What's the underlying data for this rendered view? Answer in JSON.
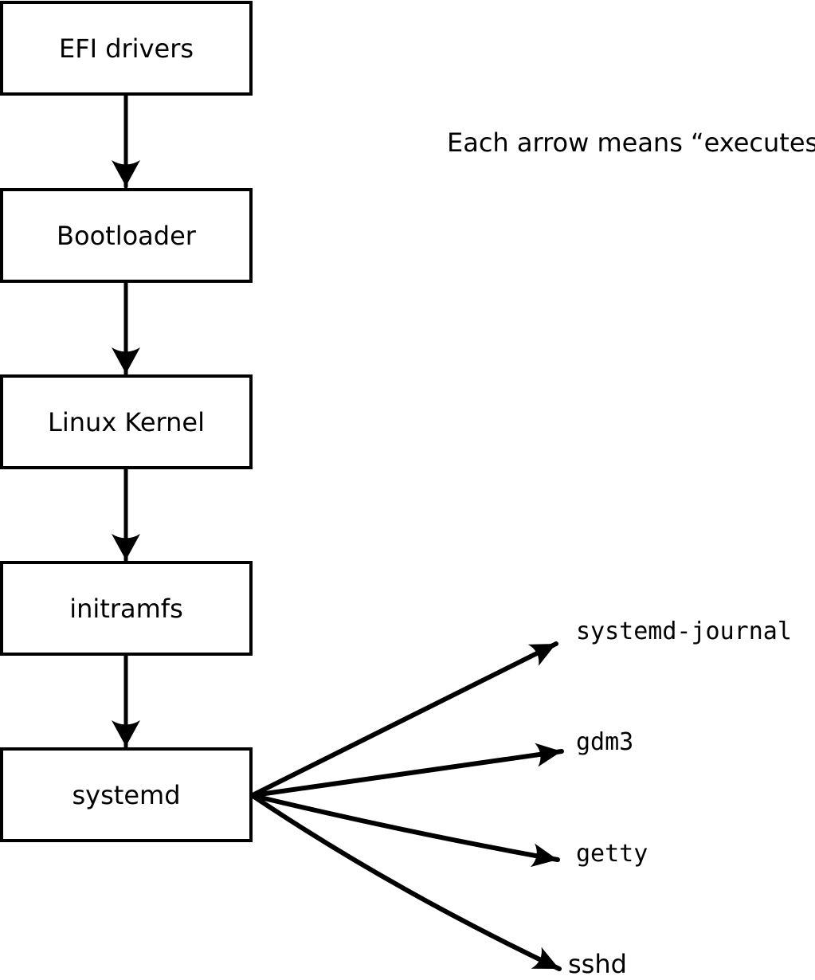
{
  "annotation": {
    "text": "Each arrow means “executes”."
  },
  "nodes": {
    "chain": [
      {
        "label": "EFI drivers"
      },
      {
        "label": "Bootloader"
      },
      {
        "label": "Linux Kernel"
      },
      {
        "label": "initramfs"
      },
      {
        "label": "systemd"
      }
    ],
    "fanout": [
      {
        "label": "systemd-journal"
      },
      {
        "label": "gdm3"
      },
      {
        "label": "getty"
      },
      {
        "label": "sshd"
      }
    ]
  },
  "edges": {
    "meaning": "executes",
    "list": [
      {
        "from": "EFI drivers",
        "to": "Bootloader"
      },
      {
        "from": "Bootloader",
        "to": "Linux Kernel"
      },
      {
        "from": "Linux Kernel",
        "to": "initramfs"
      },
      {
        "from": "initramfs",
        "to": "systemd"
      },
      {
        "from": "systemd",
        "to": "systemd-journal"
      },
      {
        "from": "systemd",
        "to": "gdm3"
      },
      {
        "from": "systemd",
        "to": "getty"
      },
      {
        "from": "systemd",
        "to": "sshd"
      }
    ]
  },
  "colors": {
    "stroke": "#000000",
    "text": "#000000",
    "box_fill": "#ffffff",
    "background": "#ffffff"
  }
}
